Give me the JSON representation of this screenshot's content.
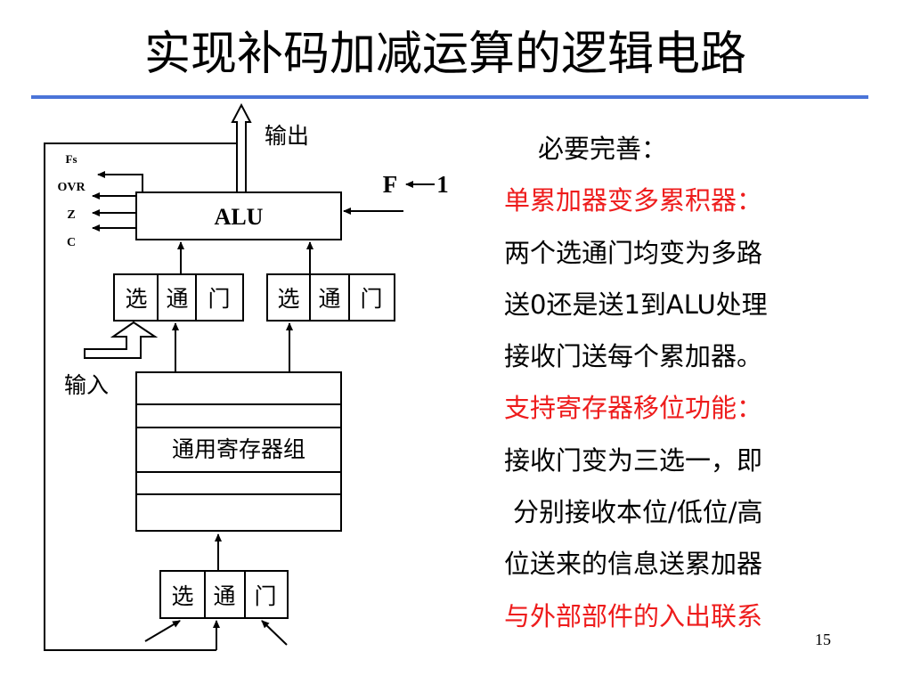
{
  "title": "实现补码加减运算的逻辑电路",
  "colors": {
    "rule": "#4a74d8",
    "highlight": "#ee1c1c",
    "text": "#000000"
  },
  "diagram": {
    "alu": "ALU",
    "output": "输出",
    "input": "输入",
    "f_label": "F",
    "f_value": "1",
    "flags": [
      "Fs",
      "OVR",
      "Z",
      "C"
    ],
    "gate_left": [
      "选",
      "通",
      "门"
    ],
    "gate_right": [
      "选",
      "通",
      "门"
    ],
    "gate_bottom": [
      "选",
      "通",
      "门"
    ],
    "register_group": "通用寄存器组"
  },
  "notes": [
    {
      "text": "必要完善：",
      "style": "heading"
    },
    {
      "text": "单累加器变多累积器：",
      "style": "red"
    },
    {
      "text": "两个选通门均变为多路",
      "style": "normal"
    },
    {
      "text": "送0还是送1到ALU处理",
      "style": "normal"
    },
    {
      "text": "接收门送每个累加器。",
      "style": "normal"
    },
    {
      "text": "支持寄存器移位功能：",
      "style": "red"
    },
    {
      "text": "接收门变为三选一，即",
      "style": "normal"
    },
    {
      "text": "分别接收本位/低位/高",
      "style": "indent"
    },
    {
      "text": "位送来的信息送累加器",
      "style": "normal"
    },
    {
      "text": "与外部部件的入出联系",
      "style": "red"
    }
  ],
  "page_number": "15"
}
